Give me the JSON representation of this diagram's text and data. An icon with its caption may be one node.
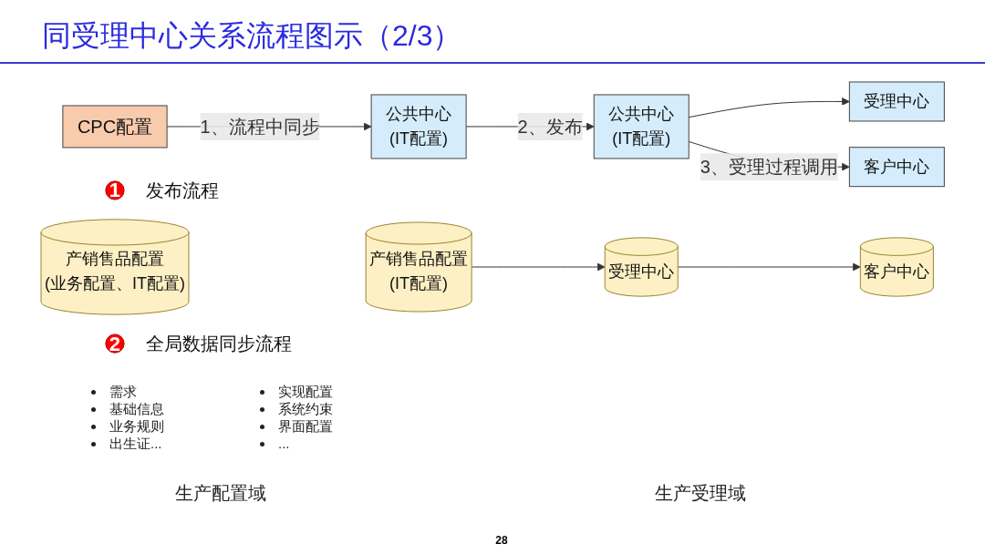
{
  "diagram": {
    "title": "同受理中心关系流程图示（2/3）",
    "nodes": [
      {
        "text": [
          "CPC配置"
        ]
      },
      {
        "text": [
          "公共中心",
          "(IT配置)"
        ]
      },
      {
        "text": [
          "公共中心",
          "(IT配置)"
        ]
      },
      {
        "text": [
          "受理中心"
        ]
      },
      {
        "text": [
          "客户中心"
        ]
      },
      {
        "text": [
          "1"
        ],
        "beside": [
          "发布流程"
        ]
      },
      {
        "text": [
          "产销售品配置",
          "(业务配置、IT配置)"
        ]
      },
      {
        "text": [
          "产销售品配置",
          "(IT配置)"
        ]
      },
      {
        "text": [
          "受理中心"
        ]
      },
      {
        "text": [
          "客户中心"
        ]
      },
      {
        "text": [
          "2"
        ],
        "beside": [
          "全局数据同步流程"
        ]
      }
    ],
    "edges": [
      {
        "from": 0,
        "to": 1,
        "arrow": "to",
        "label": "1、流程中同步"
      },
      {
        "from": 1,
        "to": 2,
        "arrow": "to",
        "label": "2、发布"
      },
      {
        "from": 2,
        "to": 3,
        "arrow": "to"
      },
      {
        "from": 2,
        "to": 4,
        "arrow": "to",
        "label": "3、受理过程调用"
      },
      {
        "from": 7,
        "to": 8,
        "arrow": "to"
      },
      {
        "from": 8,
        "to": 9,
        "arrow": "to"
      }
    ],
    "labels": [
      "需求",
      "基础信息",
      "业务规则",
      "出生证...",
      "实现配置",
      "系统约束",
      "界面配置",
      "...",
      "生产配置域",
      "生产受理域",
      "28"
    ]
  }
}
